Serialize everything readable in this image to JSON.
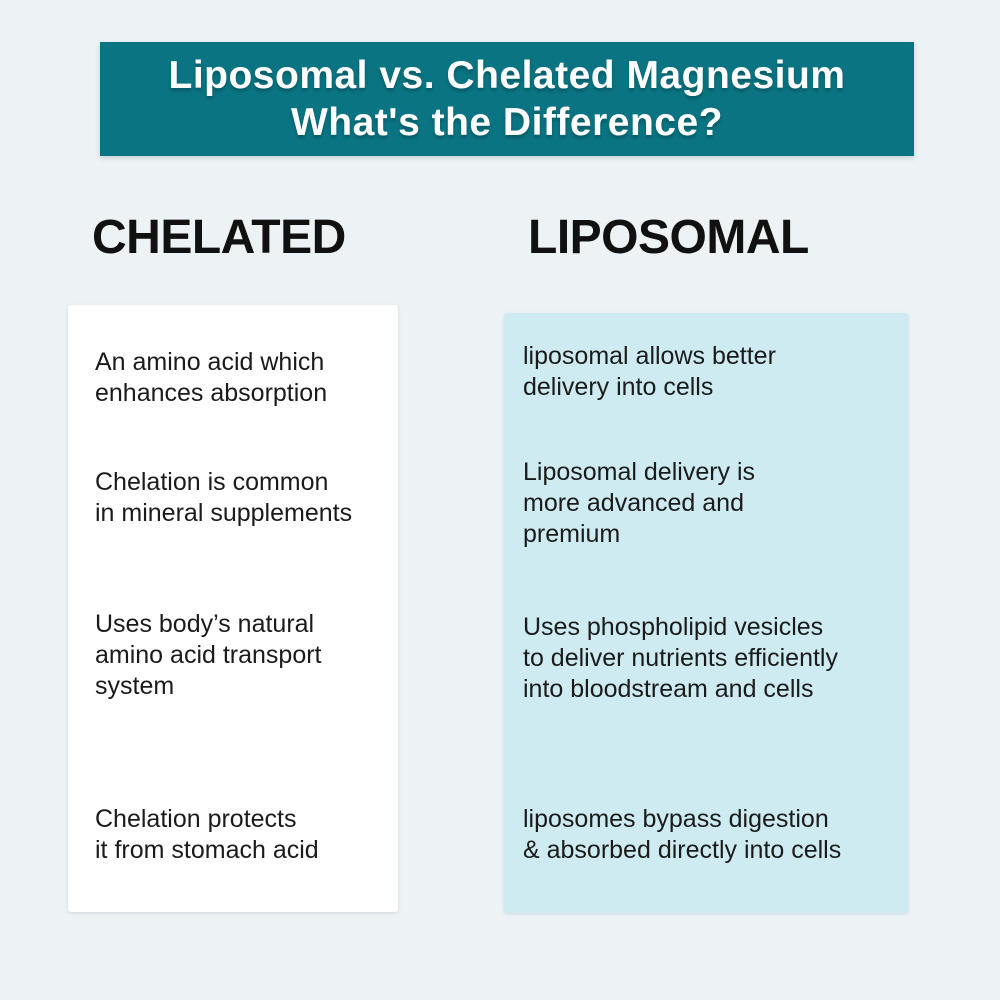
{
  "page": {
    "background": "#edf2f5"
  },
  "banner": {
    "line1": "Liposomal vs. Chelated Magnesium",
    "line2": "What's the Difference?",
    "background": "#0a7482",
    "text_color": "#ffffff"
  },
  "heading_color": "#111111",
  "body_text_color": "#1b1b1b",
  "columns": {
    "left": {
      "header": "CHELATED",
      "card_background": "#ffffff",
      "items": [
        "An amino acid which\nenhances absorption",
        "Chelation is common\nin mineral supplements",
        "Uses body’s natural\namino acid transport\nsystem",
        "Chelation protects\nit from stomach acid"
      ]
    },
    "right": {
      "header": "LIPOSOMAL",
      "card_background": "#cdebf1",
      "items": [
        "liposomal allows better\ndelivery into cells",
        "Liposomal delivery is\nmore advanced and\npremium",
        "Uses phospholipid vesicles\nto deliver nutrients efficiently\ninto bloodstream and cells",
        "liposomes bypass digestion\n& absorbed directly into cells"
      ]
    }
  }
}
